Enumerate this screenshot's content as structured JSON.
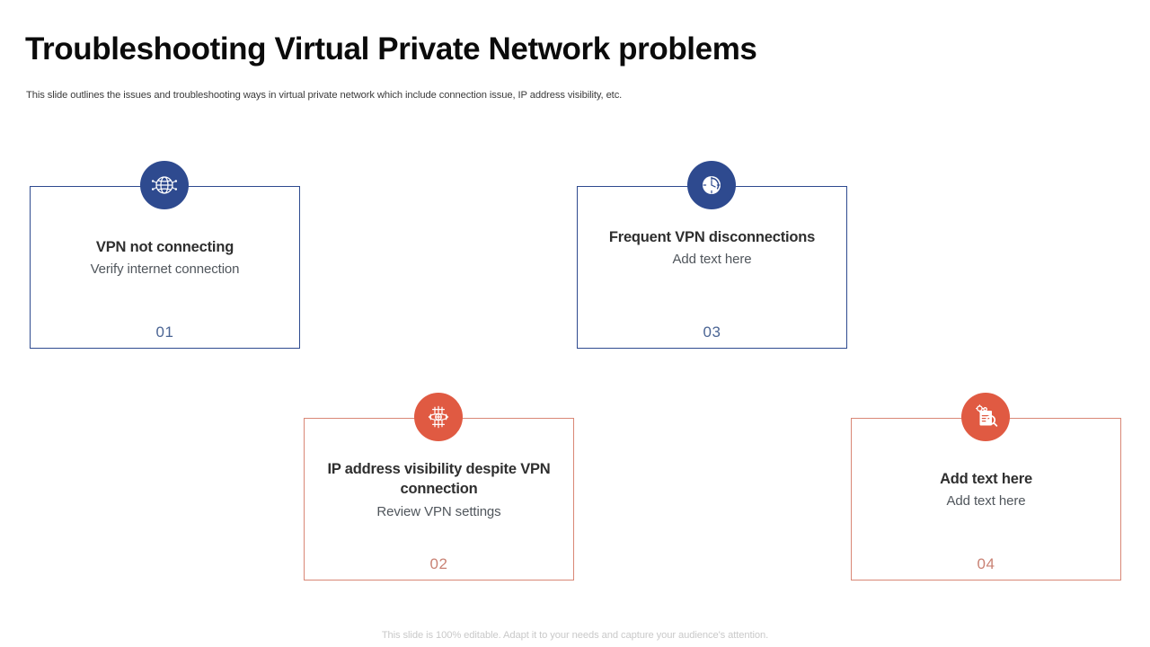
{
  "header": {
    "title": "Troubleshooting Virtual Private Network problems",
    "subtitle": "This slide outlines the issues and troubleshooting ways in virtual private network which include connection issue, IP address visibility, etc."
  },
  "footer": {
    "note": "This slide is 100% editable. Adapt it to your needs and capture your audience's attention."
  },
  "colors": {
    "navy": "#2e4a8f",
    "orange": "#e05a42",
    "orange_border": "#d98776",
    "navy_number": "#4b6594",
    "orange_number": "#c98274",
    "heading_text": "#2f2f2f",
    "body_text": "#50565c",
    "footer_text": "#c9c9c9"
  },
  "cards": [
    {
      "number": "01",
      "heading": "VPN not connecting",
      "subtext": "Verify internet connection",
      "icon": "globe-network-icon",
      "accent": "navy"
    },
    {
      "number": "02",
      "heading": "IP address visibility despite VPN connection",
      "subtext": "Review VPN settings",
      "icon": "eye-circuit-icon",
      "accent": "orange"
    },
    {
      "number": "03",
      "heading": "Frequent VPN disconnections",
      "subtext": "Add text here",
      "icon": "clock-icon",
      "accent": "navy"
    },
    {
      "number": "04",
      "heading": "Add text here",
      "subtext": "Add text here",
      "icon": "document-search-gear-icon",
      "accent": "orange"
    }
  ]
}
